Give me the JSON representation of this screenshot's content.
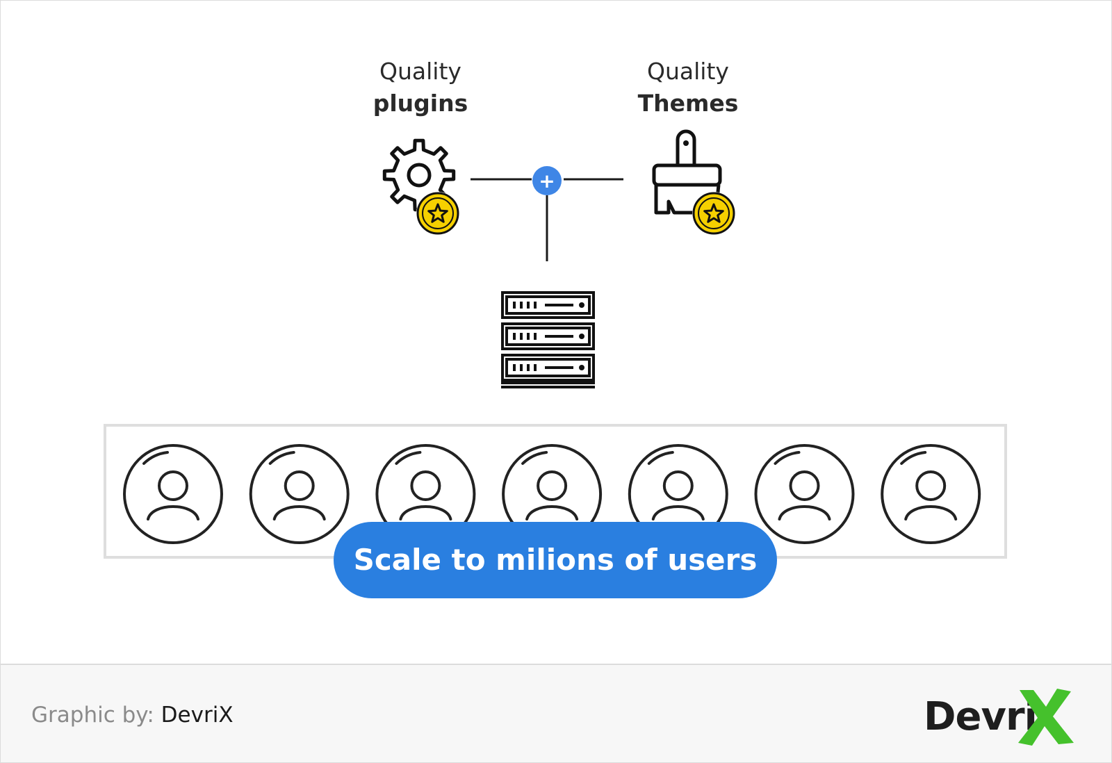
{
  "plugins": {
    "line1": "Quality",
    "line2": "plugins"
  },
  "themes": {
    "line1": "Quality",
    "line2": "Themes"
  },
  "connector_symbol": "+",
  "cta_label": "Scale to milions of users",
  "user_count": 7,
  "footer": {
    "credit_prefix": "Graphic by:",
    "credit_brand": "DevriX",
    "logo_text": "Devri"
  },
  "icons": [
    "gear-icon",
    "star-badge-icon",
    "paintbrush-icon",
    "server-rack-icon",
    "user-avatar-icon",
    "x-logo-icon"
  ],
  "colors": {
    "accent_blue": "#2a7fe0",
    "badge_yellow": "#f5d000",
    "logo_green": "#45c12c",
    "line": "#1a1a1a"
  }
}
